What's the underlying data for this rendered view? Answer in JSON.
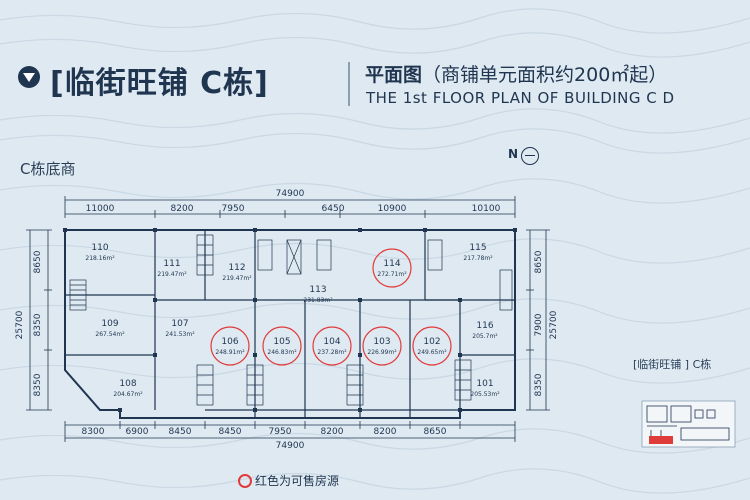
{
  "header": {
    "title": "[临街旺铺 C栋]",
    "plan_title_bold": "平面图",
    "plan_title_rest": "（商铺单元面积约200㎡起）",
    "plan_title_en": "THE 1st FLOOR PLAN OF BUILDING C D"
  },
  "block_label": "C栋底商",
  "north": {
    "letter": "N"
  },
  "dimensions": {
    "top_total": "74900",
    "top": [
      "11000",
      "8200",
      "7950",
      "6450",
      "10900",
      "10100"
    ],
    "bottom_total": "74900",
    "bottom": [
      "8300",
      "6900",
      "8450",
      "8450",
      "7950",
      "8200",
      "8200",
      "8650"
    ],
    "left": [
      "8650",
      "8350",
      "8350"
    ],
    "left_total": "25700",
    "right": [
      "8650",
      "7900",
      "8350"
    ],
    "right_total": "25700"
  },
  "units": [
    {
      "no": "110",
      "area": "218.16m²",
      "highlight": false
    },
    {
      "no": "111",
      "area": "219.47m²",
      "highlight": false
    },
    {
      "no": "112",
      "area": "219.47m²",
      "highlight": false
    },
    {
      "no": "113",
      "area": "231.83m²",
      "highlight": false
    },
    {
      "no": "114",
      "area": "272.71m²",
      "highlight": true
    },
    {
      "no": "115",
      "area": "217.78m²",
      "highlight": false
    },
    {
      "no": "109",
      "area": "267.54m²",
      "highlight": false
    },
    {
      "no": "107",
      "area": "241.53m²",
      "highlight": false
    },
    {
      "no": "106",
      "area": "248.91m²",
      "highlight": true
    },
    {
      "no": "105",
      "area": "246.83m²",
      "highlight": true
    },
    {
      "no": "104",
      "area": "237.28m²",
      "highlight": true
    },
    {
      "no": "103",
      "area": "226.99m²",
      "highlight": true
    },
    {
      "no": "102",
      "area": "249.65m²",
      "highlight": true
    },
    {
      "no": "116",
      "area": "205.7m²",
      "highlight": false
    },
    {
      "no": "108",
      "area": "204.67m²",
      "highlight": false
    },
    {
      "no": "101",
      "area": "205.53m²",
      "highlight": false
    }
  ],
  "legend": {
    "label": "[临街旺铺 ] C栋"
  },
  "footer": {
    "note": "红色为可售房源"
  },
  "colors": {
    "highlight": "#e03b3b",
    "line": "#1f3550",
    "background": "#dfe9f1"
  }
}
